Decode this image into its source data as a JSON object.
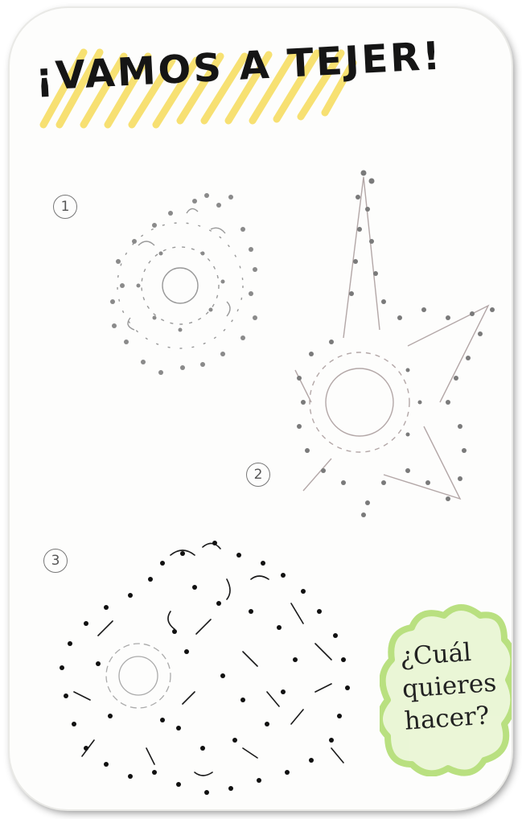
{
  "title": "¡VAMOS A TEJER!",
  "patterns": [
    {
      "number": "1"
    },
    {
      "number": "2"
    },
    {
      "number": "3"
    }
  ],
  "question": {
    "line1": "¿Cuál",
    "line2": "quieres",
    "line3": "hacer?"
  },
  "colors": {
    "highlight": "#f6dc5a",
    "cloud": "#b6df7a",
    "ink": "#1a1a1a",
    "pencil": "#8a8a8a"
  }
}
